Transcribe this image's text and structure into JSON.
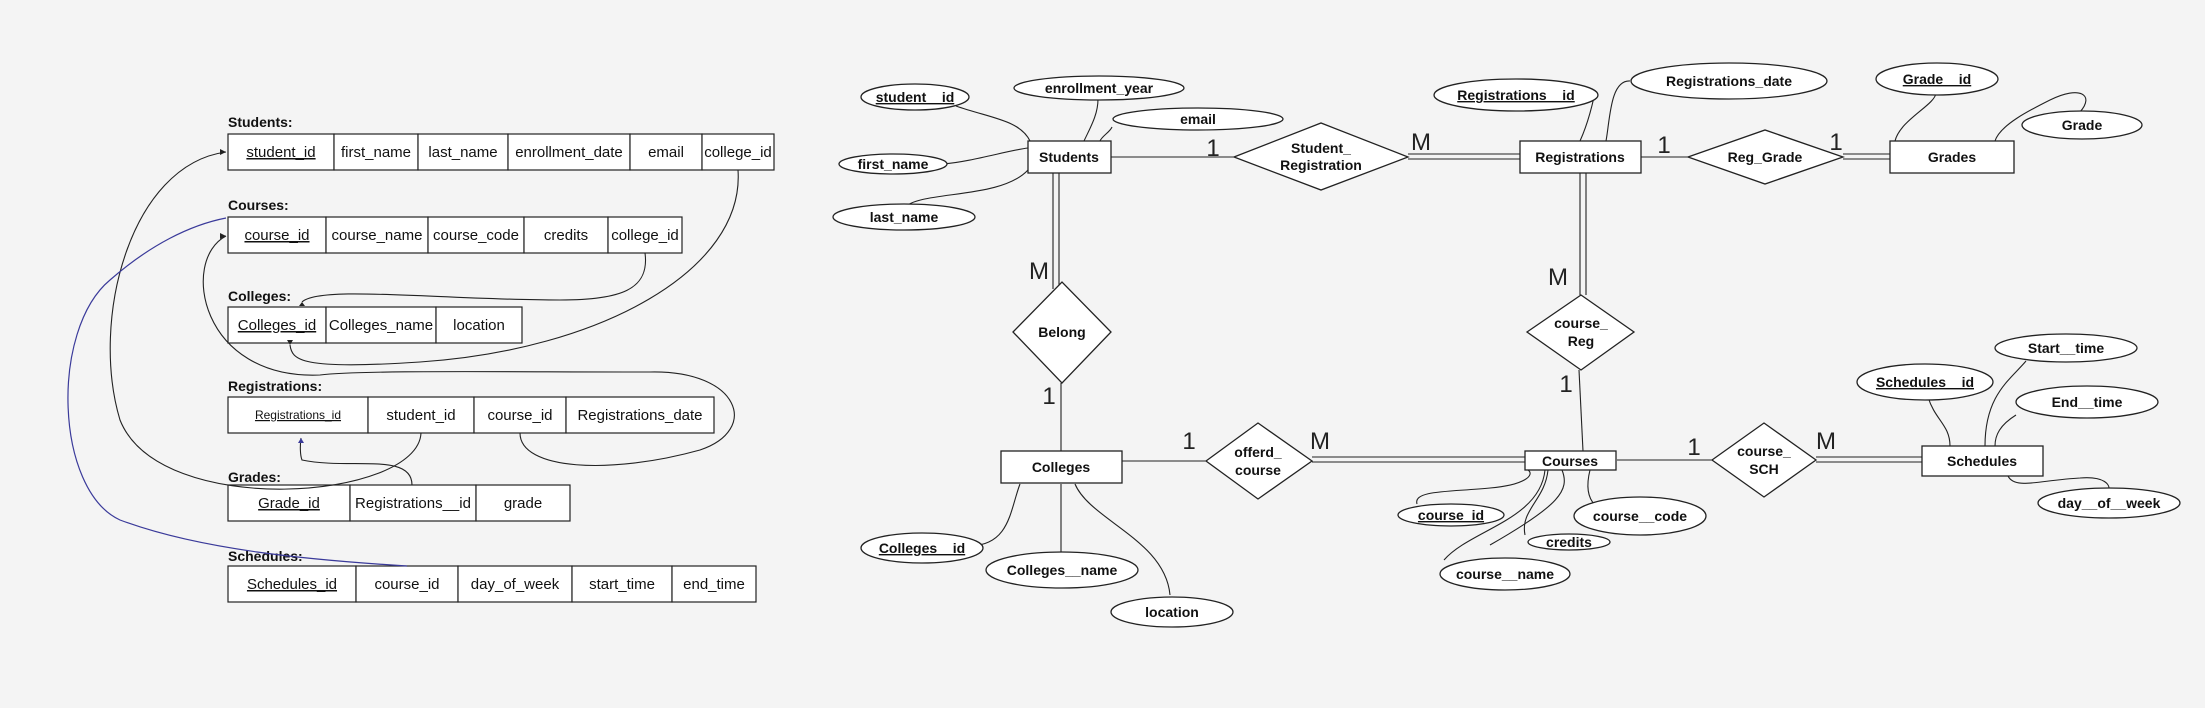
{
  "schema": {
    "tables": [
      {
        "title": "Students:",
        "columns": [
          "student_id",
          "first_name",
          "last_name",
          "enrollment_date",
          "email",
          "college_id"
        ],
        "key": [
          0
        ]
      },
      {
        "title": "Courses:",
        "columns": [
          "course_id",
          "course_name",
          "course_code",
          "credits",
          "college_id"
        ],
        "key": [
          0
        ]
      },
      {
        "title": "Colleges:",
        "columns": [
          "Colleges_id",
          "Colleges_name",
          "location"
        ],
        "key": [
          0
        ]
      },
      {
        "title": "Registrations:",
        "columns": [
          "Registrations_id",
          "student_id",
          "course_id",
          "Registrations_date"
        ],
        "key": [
          0
        ]
      },
      {
        "title": "Grades:",
        "columns": [
          "Grade_id",
          "Registrations__id",
          "grade"
        ],
        "key": [
          0
        ]
      },
      {
        "title": "Schedules:",
        "columns": [
          "Schedules_id",
          "course_id",
          "day_of_week",
          "start_time",
          "end_time"
        ],
        "key": [
          0
        ]
      }
    ]
  },
  "er": {
    "entities": {
      "students": "Students",
      "registrations": "Registrations",
      "grades": "Grades",
      "colleges": "Colleges",
      "courses": "Courses",
      "schedules": "Schedules"
    },
    "relationships": {
      "student_registration": [
        "Student_",
        "Registration"
      ],
      "reg_grade": [
        "Reg_Grade"
      ],
      "belong": [
        "Belong"
      ],
      "course_reg": [
        "course_",
        "Reg"
      ],
      "offerd_course": [
        "offerd_",
        "course"
      ],
      "course_sch": [
        "course_",
        "SCH"
      ]
    },
    "attributes": {
      "student_id": "student__id",
      "enrollment_year": "enrollment_year",
      "email": "email",
      "first_name": "first_name",
      "last_name": "last_name",
      "registrations_id": "Registrations__id",
      "registrations_date": "Registrations_date",
      "grade_id": "Grade__id",
      "grade": "Grade",
      "colleges_id": "Colleges__id",
      "colleges_name": "Colleges__name",
      "location": "location",
      "course_id": "course_id",
      "credits": "credits",
      "course_code": "course__code",
      "course_name": "course__name",
      "start_time": "Start__time",
      "schedules_id": "Schedules__id",
      "end_time": "End__time",
      "day_of_week": "day__of__week"
    },
    "cardinalities": {
      "students_stureg": "1",
      "stureg_registrations": "M",
      "registrations_reggrade": "1",
      "reggrade_grades": "1",
      "students_belong": "M",
      "belong_colleges": "1",
      "registrations_coursereg": "M",
      "coursereg_courses": "1",
      "colleges_offerd": "1",
      "offerd_courses": "M",
      "courses_coursesch": "1",
      "coursesch_schedules": "M"
    }
  }
}
